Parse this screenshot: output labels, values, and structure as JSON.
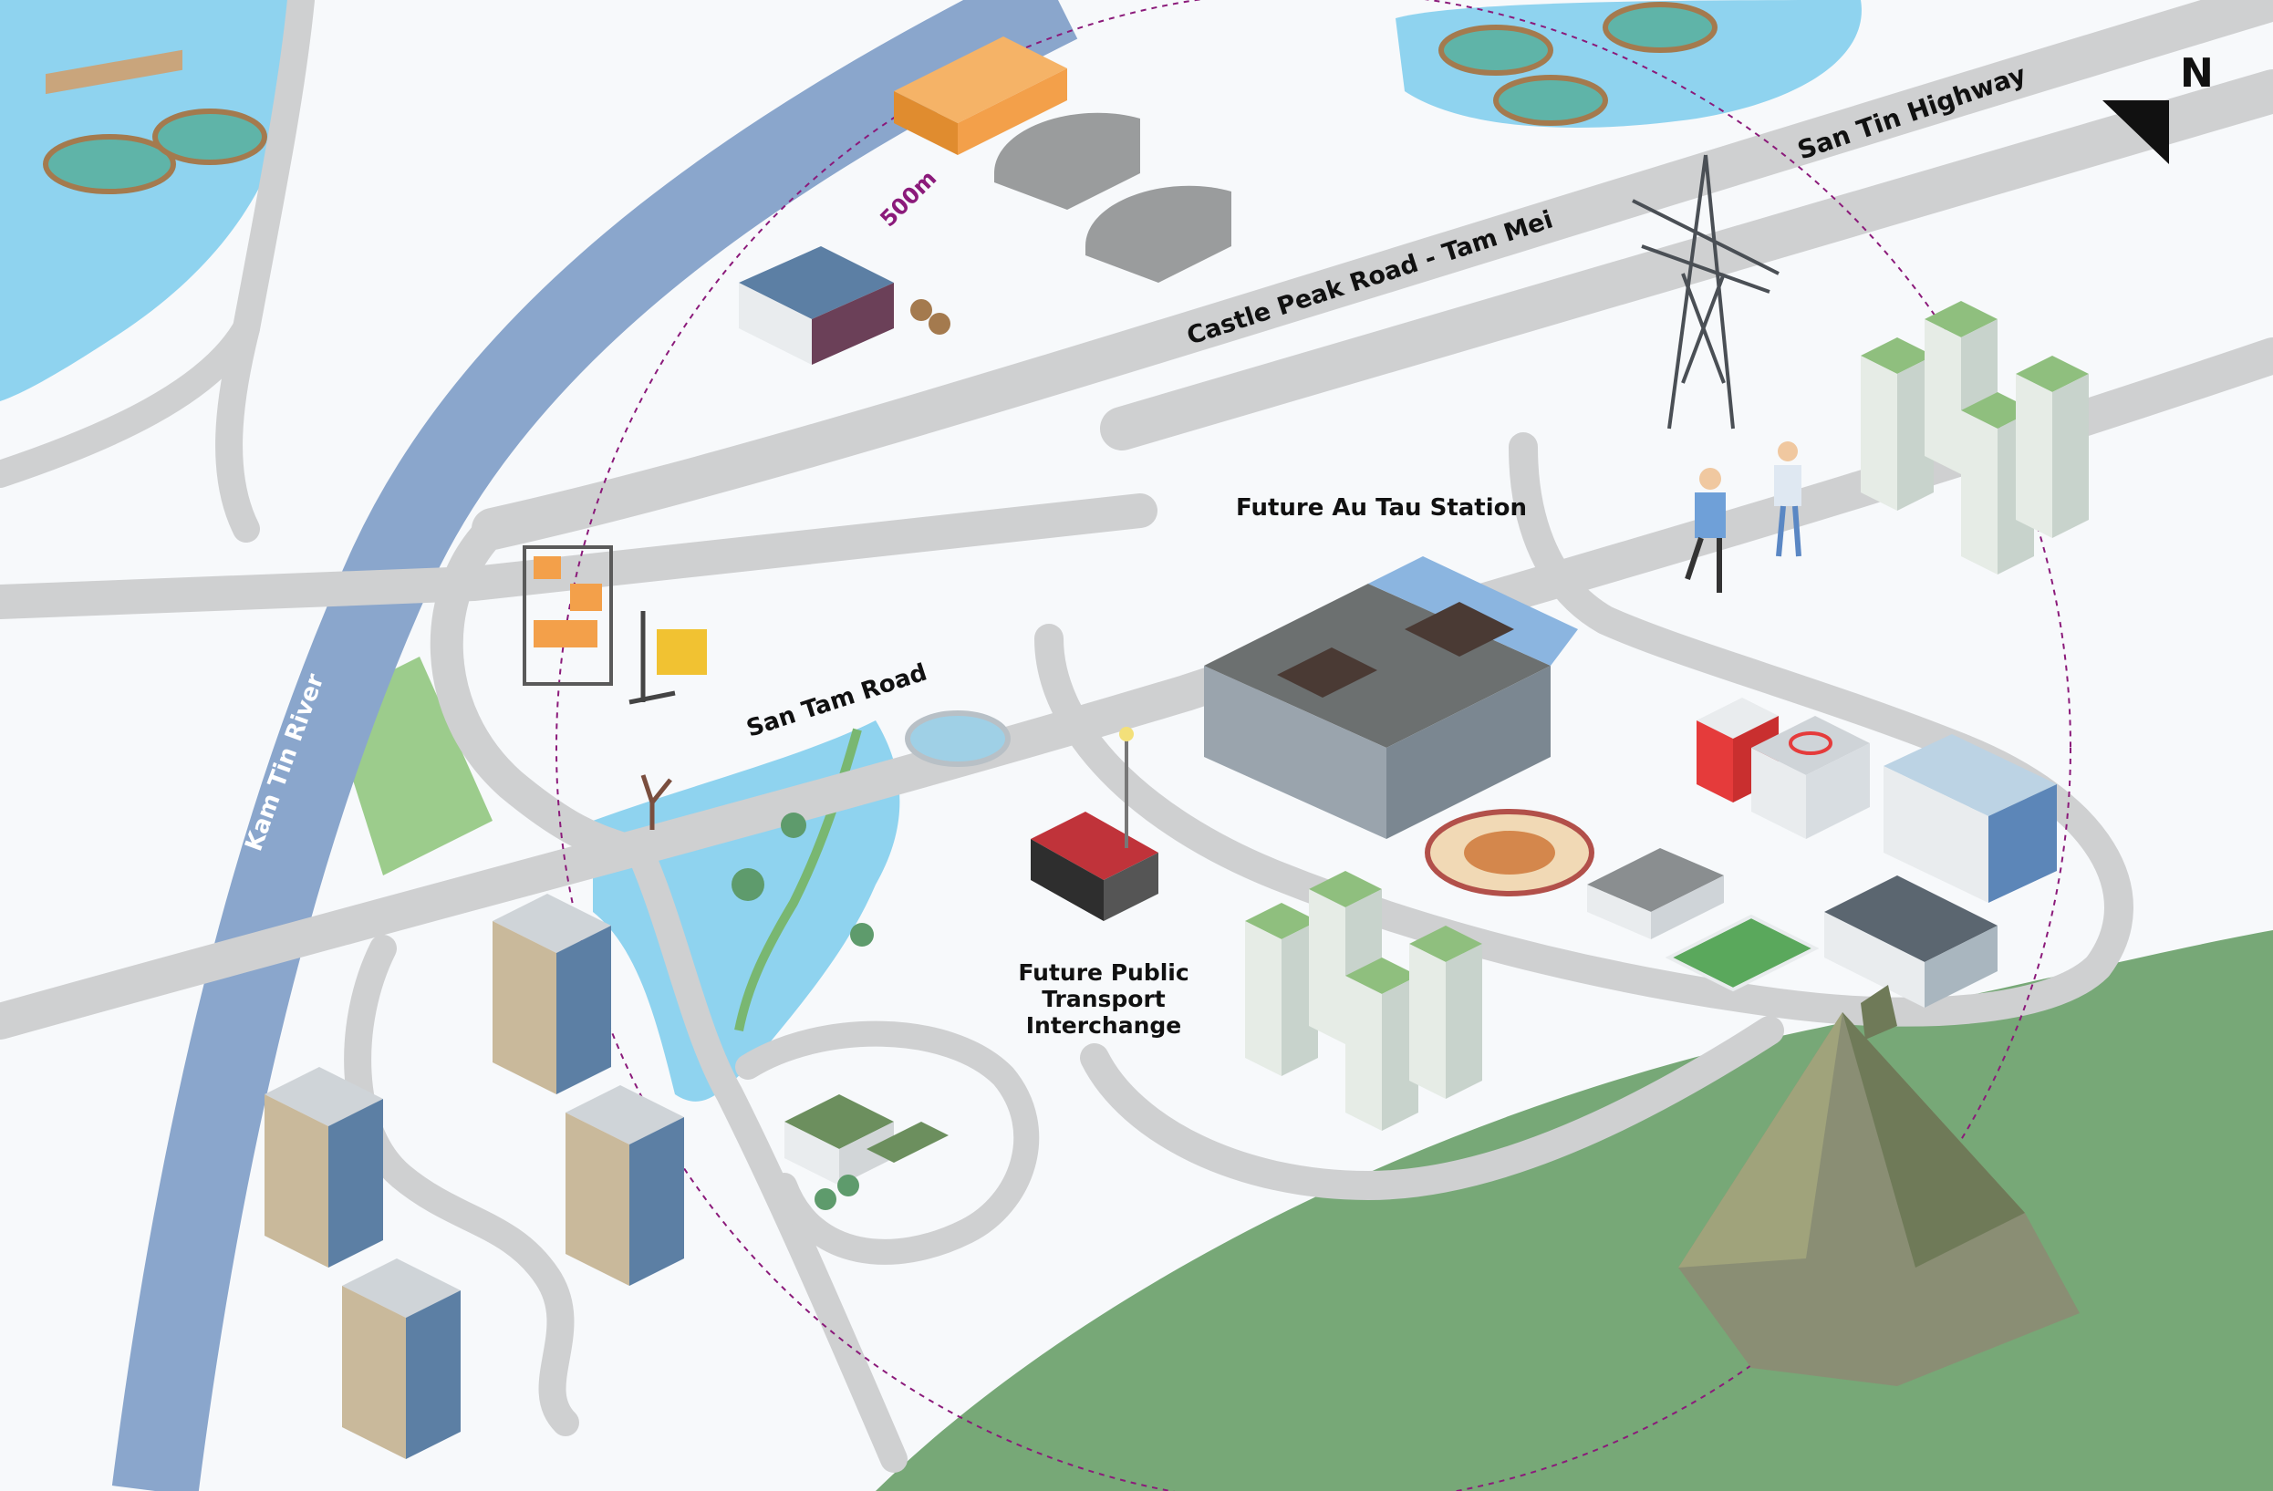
{
  "colors": {
    "background": "#f7f9fb",
    "river": "#8aa6cc",
    "pond": "#8fd3ef",
    "road": "#cfd0d1",
    "hill_green": "#77a877",
    "grass_strip": "#9ccc8c",
    "circle": "#8b1a7a",
    "building_light": "#e9ecee",
    "building_glass": "#5c7fa4",
    "tower_green": "#8fbf7e",
    "warehouse_orange": "#f3a04a",
    "station_roof": "#6c7070",
    "station_blue": "#8bb5e0"
  },
  "compass": {
    "label": "N",
    "icon": "north-arrow-icon"
  },
  "radius": {
    "label": "500m"
  },
  "roads": {
    "highway": "San Tin Highway",
    "castle_peak": "Castle Peak Road - Tam Mei",
    "san_tam": "San Tam Road"
  },
  "river": {
    "name": "Kam Tin River"
  },
  "places": {
    "station": "Future Au Tau Station",
    "interchange": [
      "Future Public",
      "Transport",
      "Interchange"
    ]
  },
  "icons": [
    "fish-pond-icon",
    "warehouse-icon",
    "shed-icon",
    "factory-icon",
    "storage-rack-icon",
    "forklift-icon",
    "pylon-icon",
    "people-icon",
    "apartment-tower-icon",
    "station-building-icon",
    "stadium-icon",
    "fire-station-icon",
    "hospital-icon",
    "school-icon",
    "football-pitch-icon",
    "village-house-icon",
    "bus-icon",
    "sewage-plant-icon",
    "mangrove-icon",
    "office-tower-icon",
    "hill-icon"
  ]
}
